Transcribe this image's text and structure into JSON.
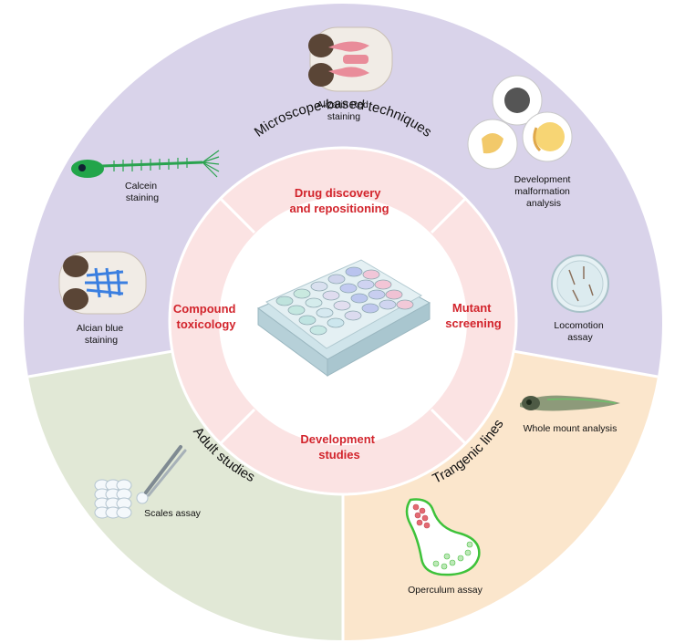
{
  "colors": {
    "microscope_bg": "#d9d3ea",
    "adult_bg": "#e1e8d6",
    "transgenic_bg": "#fbe6cc",
    "inner_ring": "#fbe3e3",
    "center": "#ffffff",
    "red_text": "#d2242c"
  },
  "sectors": {
    "microscope": "Microscope-based techniques",
    "adult": "Adult studies",
    "transgenic": "Trangenic lines"
  },
  "inner": {
    "top": [
      "Drug discovery",
      "and repositioning"
    ],
    "left": [
      "Compound",
      "toxicology"
    ],
    "right": [
      "Mutant",
      "screening"
    ],
    "bottom": [
      "Development",
      "studies"
    ]
  },
  "labels": {
    "alizarin": [
      "Alizarin Red",
      "staining"
    ],
    "calcein": [
      "Calcein",
      "staining"
    ],
    "alcian": [
      "Alcian blue",
      "staining"
    ],
    "development": [
      "Development",
      "malformation",
      "analysis"
    ],
    "locomotion": [
      "Locomotion",
      "assay"
    ],
    "whole_mount": "Whole mount analysis",
    "operculum": "Operculum assay",
    "scales": "Scales assay"
  },
  "icons": [
    "zebrafish-head-icon",
    "zebrafish-skeleton-icon",
    "embryo-icon",
    "petri-dish-icon",
    "larva-icon",
    "operculum-icon",
    "scales-icon",
    "tweezers-icon",
    "well-plate-icon"
  ]
}
